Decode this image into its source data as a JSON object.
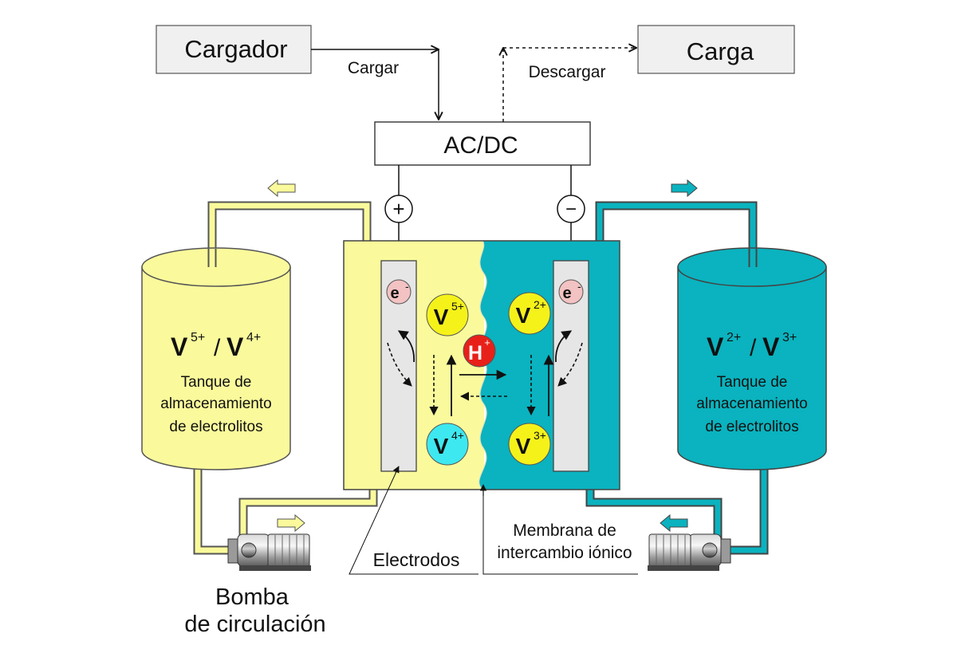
{
  "boxes": {
    "charger": "Cargador",
    "load": "Carga",
    "converter": "AC/DC"
  },
  "flows": {
    "charge": "Cargar",
    "discharge": "Descargar"
  },
  "terminals": {
    "positive": "+",
    "negative": "−"
  },
  "left_tank": {
    "ion_a": "V",
    "ion_a_sup": "5+",
    "slash": "/",
    "ion_b": "V",
    "ion_b_sup": "4+",
    "line1": "Tanque de",
    "line2": "almacenamiento",
    "line3": "de electrolitos"
  },
  "right_tank": {
    "ion_a": "V",
    "ion_a_sup": "2+",
    "slash": "/",
    "ion_b": "V",
    "ion_b_sup": "3+",
    "line1": "Tanque de",
    "line2": "almacenamiento",
    "line3": "de electrolitos"
  },
  "ions": {
    "electron": "e",
    "electron_sup": "-",
    "v5": "V",
    "v5_sup": "5+",
    "v4": "V",
    "v4_sup": "4+",
    "v2": "V",
    "v2_sup": "2+",
    "v3": "V",
    "v3_sup": "3+",
    "proton": "H",
    "proton_sup": "+"
  },
  "labels": {
    "electrodes": "Electrodos",
    "membrane_line1": "Membrana de",
    "membrane_line2": "intercambio iónico",
    "pump_line1": "Bomba",
    "pump_line2": "de circulación"
  },
  "colors": {
    "yellow_electrolyte": "#fafa9c",
    "teal_electrolyte": "#0ab3bf",
    "proton": "#e8201a",
    "ion_yellow": "#f5f21a",
    "ion_cyan": "#3ee8f0",
    "electron": "#f3c2c2",
    "box_fill": "#f0f0f0"
  }
}
